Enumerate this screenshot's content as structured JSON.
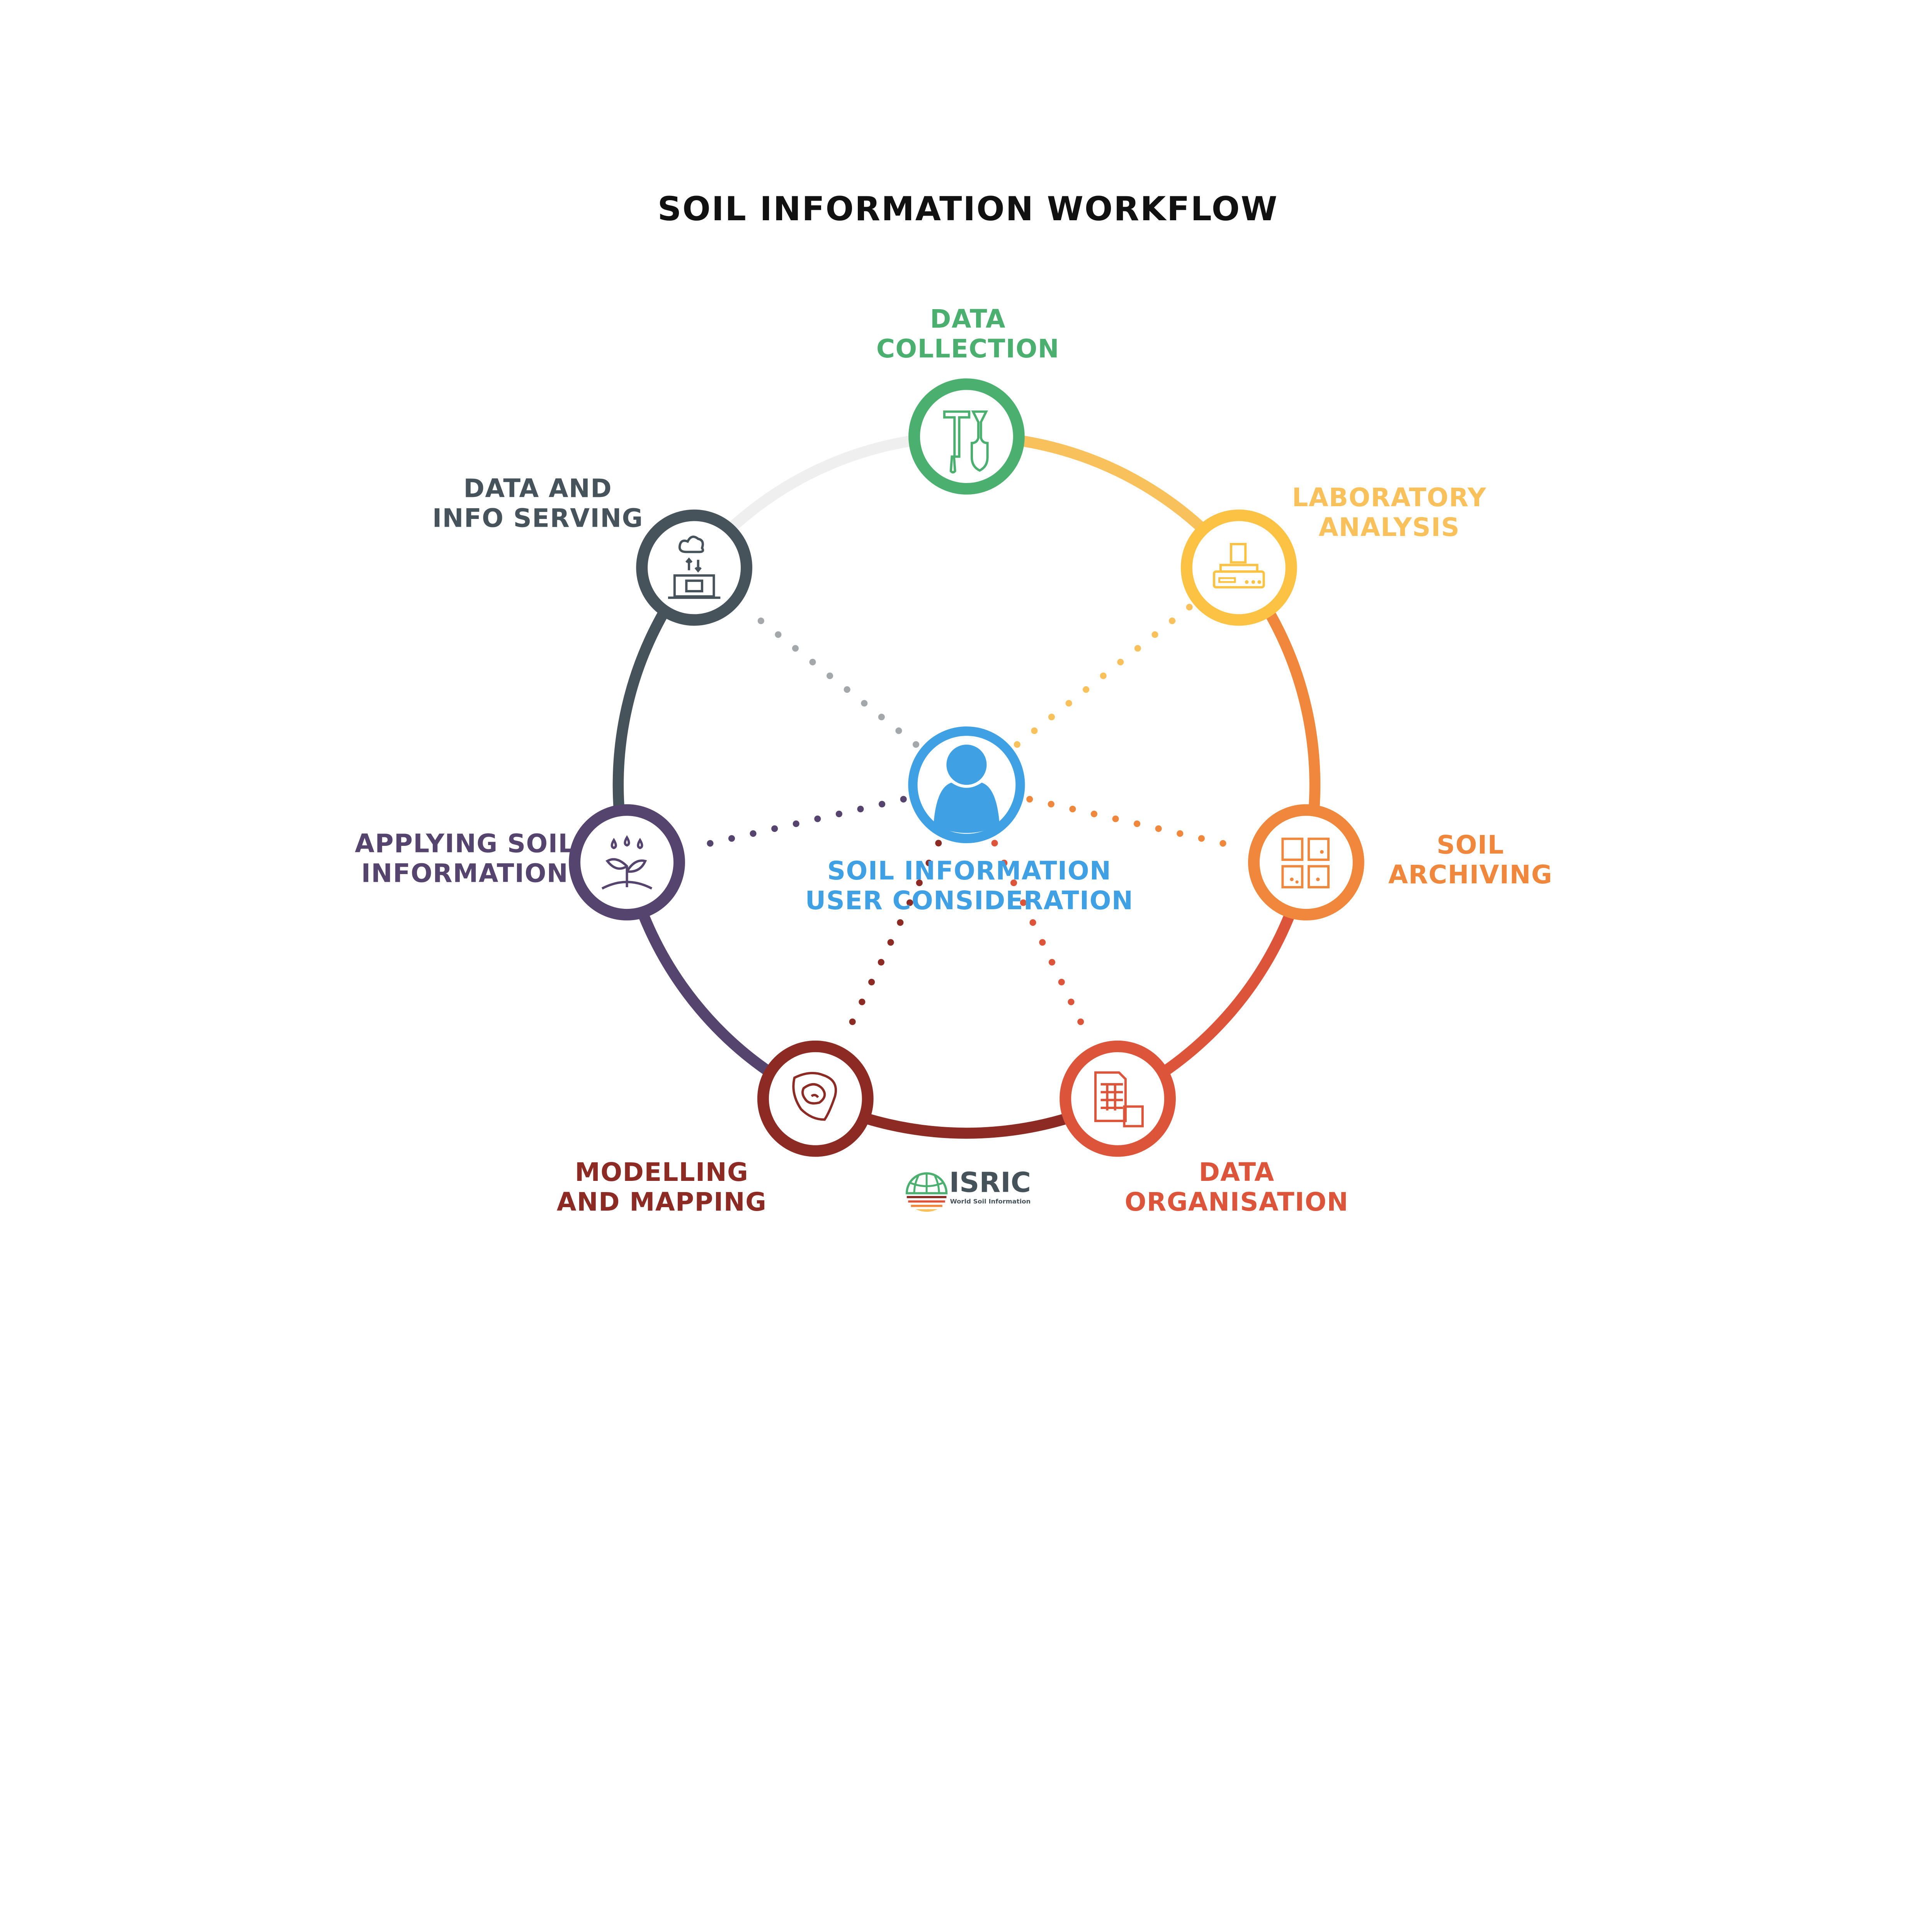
{
  "title": "SOIL INFORMATION WORKFLOW",
  "center": {
    "line1": "SOIL INFORMATION",
    "line2": "USER CONSIDERATION",
    "color": "#3FA0E4",
    "icon": "user-icon"
  },
  "steps": [
    {
      "line1": "DATA",
      "line2": "COLLECTION",
      "color": "#4BB06F",
      "icon": "soil-auger-shovel-icon"
    },
    {
      "line1": "LABORATORY",
      "line2": "ANALYSIS",
      "color": "#FBC244",
      "arc_color": "#F9C15C",
      "icon": "lab-instrument-icon"
    },
    {
      "line1": "SOIL",
      "line2": "ARCHIVING",
      "color": "#EF873D",
      "arc_color": "#EF873D",
      "icon": "sample-jars-icon"
    },
    {
      "line1": "DATA",
      "line2": "ORGANISATION",
      "color": "#DC553A",
      "arc_color": "#DC553A",
      "icon": "spreadsheet-document-icon"
    },
    {
      "line1": "MODELLING",
      "line2": "AND MAPPING",
      "color": "#8C2A24",
      "arc_color": "#8C2A24",
      "icon": "contour-map-icon"
    },
    {
      "line1": "APPLYING SOIL",
      "line2": "INFORMATION",
      "color": "#55456E",
      "arc_color": "#55456E",
      "icon": "seedling-rain-icon"
    },
    {
      "line1": "DATA AND",
      "line2": "INFO SERVING",
      "color": "#46535A",
      "arc_color": "#46535A",
      "icon": "cloud-laptop-icon"
    }
  ],
  "closing_arc_color": "#EFEFEF",
  "dot_colors": [
    "#F9C15C",
    "#EF873D",
    "#DC553A",
    "#8C2A24",
    "#55456E",
    "#A4A8AB"
  ],
  "logo": {
    "name": "ISRIC",
    "tagline": "World Soil Information"
  }
}
